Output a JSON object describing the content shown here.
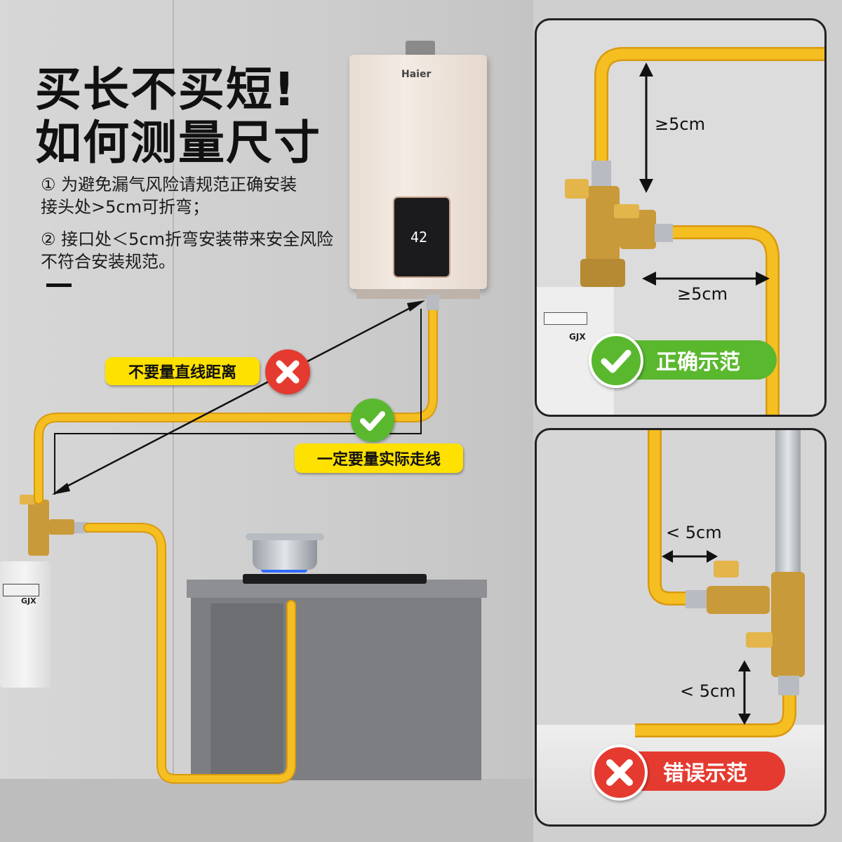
{
  "headline": {
    "line1": "买长不买短!",
    "line2": "如何测量尺寸"
  },
  "notes": {
    "note1_line1": "① 为避免漏气风险请规范正确安装",
    "note1_line2": "接头处>5cm可折弯；",
    "note2_line1": "② 接口处＜5cm折弯安装带来安全风险",
    "note2_line2": "不符合安装规范。"
  },
  "heater": {
    "brand": "Haier",
    "display_value": "42"
  },
  "meter": {
    "label": "GJX"
  },
  "callouts": {
    "wrong_measure": "不要量直线距离",
    "right_measure": "一定要量实际走线"
  },
  "panel_correct": {
    "vertical_measure": "≥5cm",
    "horizontal_measure": "≥5cm",
    "label": "正确示范",
    "meter_label": "GJX"
  },
  "panel_wrong": {
    "horizontal_measure": "< 5cm",
    "vertical_measure": "< 5cm",
    "label": "错误示范"
  },
  "colors": {
    "hose": "#f5bf22",
    "hose_dark": "#d99a10",
    "brass": "#c99a3a",
    "check_green": "#5ab82f",
    "cross_red": "#e53a2f",
    "pill_yellow": "#ffe100",
    "label_red": "#e53a2f",
    "label_green": "#5ab82f"
  },
  "icons": [
    "check-icon",
    "cross-icon",
    "double-arrow-icon"
  ]
}
